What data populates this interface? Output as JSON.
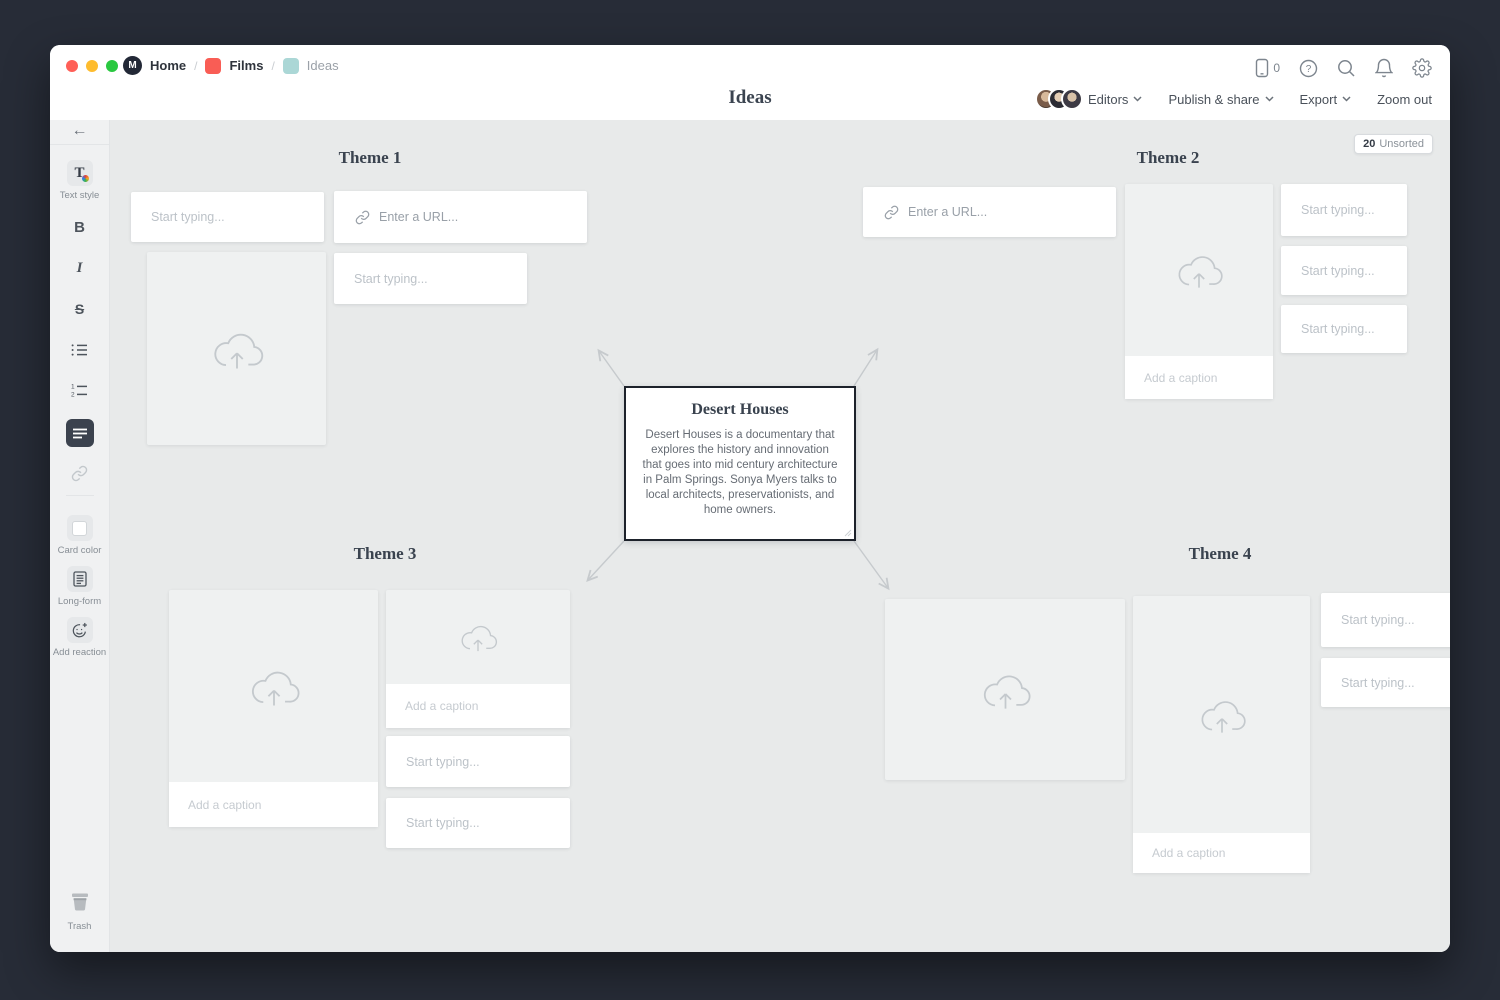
{
  "titlebar": {
    "breadcrumb": [
      {
        "label": "Home",
        "icon": "milanote-logo",
        "logo_letter": "M"
      },
      {
        "label": "Films",
        "icon": "red-board-icon"
      },
      {
        "label": "Ideas",
        "icon": "teal-board-icon"
      }
    ],
    "separator": "/",
    "device_indicator": "0"
  },
  "header": {
    "board_title": "Ideas",
    "editors_label": "Editors",
    "publish_label": "Publish & share",
    "export_label": "Export",
    "zoom_out_label": "Zoom out"
  },
  "toolbar": {
    "back_icon": "←",
    "text_style_glyph": "T",
    "text_style_label": "Text style",
    "bold_glyph": "B",
    "italic_glyph": "I",
    "strike_glyph": "S",
    "card_color_label": "Card color",
    "long_form_label": "Long-form",
    "add_reaction_label": "Add reaction",
    "trash_label": "Trash"
  },
  "canvas": {
    "unsorted_badge": {
      "count": "20",
      "label": "Unsorted"
    },
    "placeholders": {
      "text": "Start typing...",
      "url": "Enter a URL...",
      "caption": "Add a caption"
    },
    "themes": [
      {
        "title": "Theme 1"
      },
      {
        "title": "Theme 2"
      },
      {
        "title": "Theme 3"
      },
      {
        "title": "Theme 4"
      }
    ],
    "center_card": {
      "title": "Desert Houses",
      "body": "Desert Houses is a documentary that explores the history and innovation that goes into mid century architecture in Palm Springs. Sonya Myers talks to local architects, preservationists, and home owners."
    }
  },
  "colors": {
    "page_background": "#272c37",
    "canvas_background": "#e8eaea",
    "films_chip": "#f95d55",
    "ideas_chip": "#abd7d6",
    "traffic_red": "#ff5f57",
    "traffic_yellow": "#febc2e",
    "traffic_green": "#2ac840",
    "selected_tool": "#3b424e",
    "arrow": "#c6cacd"
  }
}
